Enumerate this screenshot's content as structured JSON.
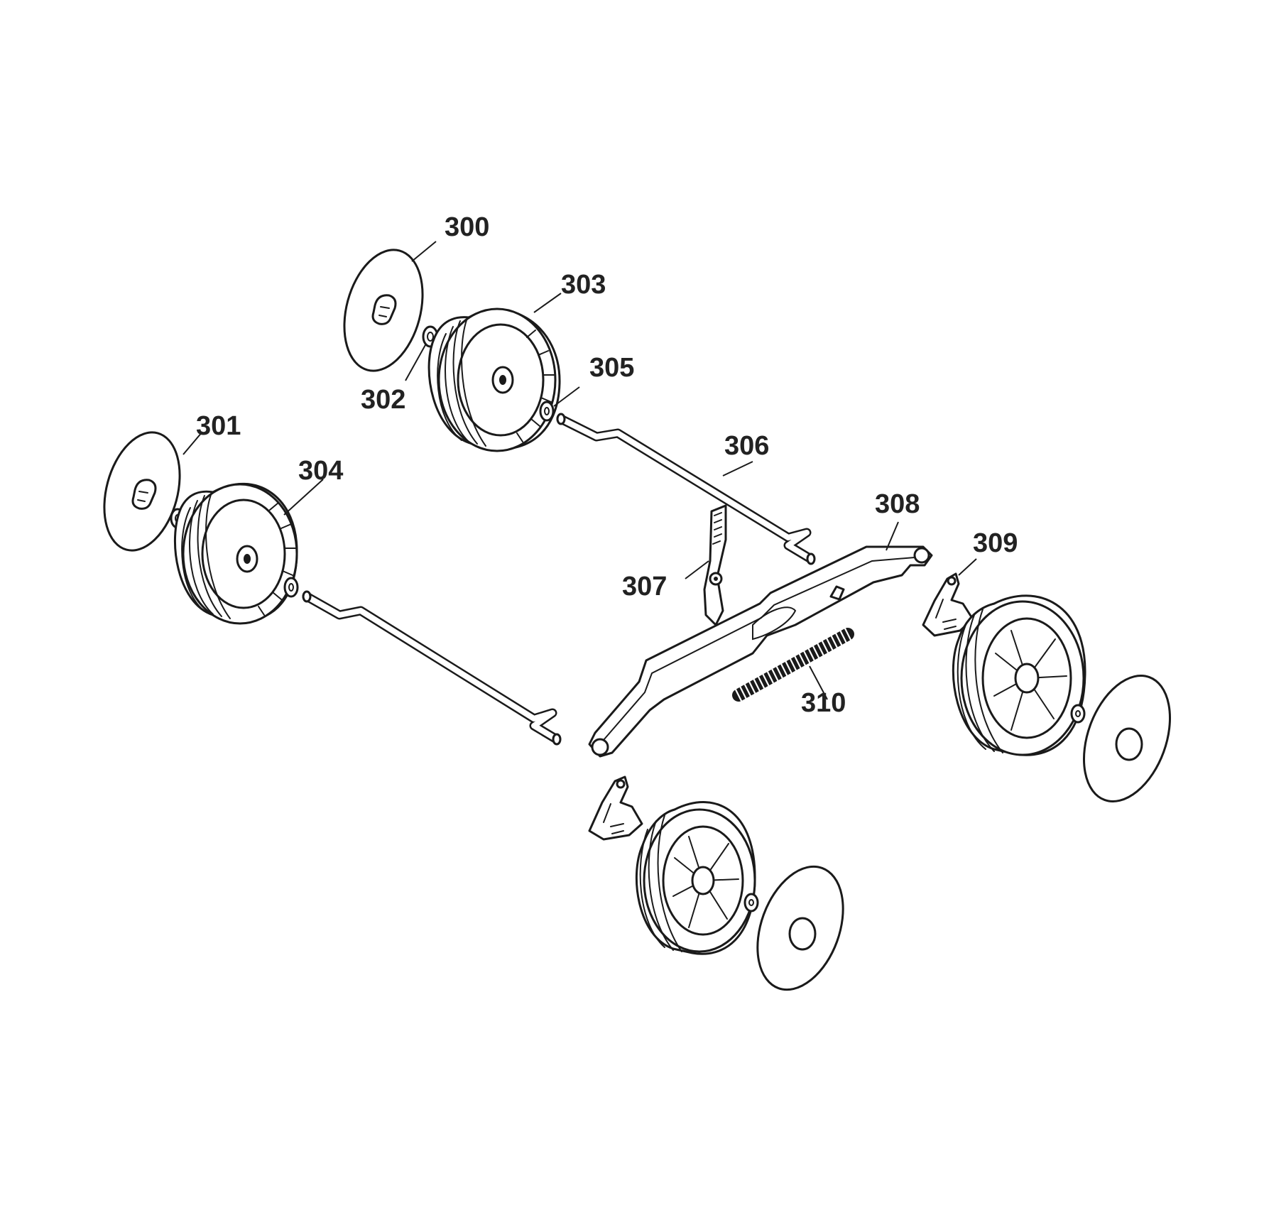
{
  "callouts": {
    "c300": "300",
    "c301": "301",
    "c302": "302",
    "c303": "303",
    "c304": "304",
    "c305": "305",
    "c306": "306",
    "c307": "307",
    "c308": "308",
    "c309": "309",
    "c310": "310"
  },
  "colors": {
    "ink": "#1a1a1a",
    "background": "#ffffff"
  }
}
